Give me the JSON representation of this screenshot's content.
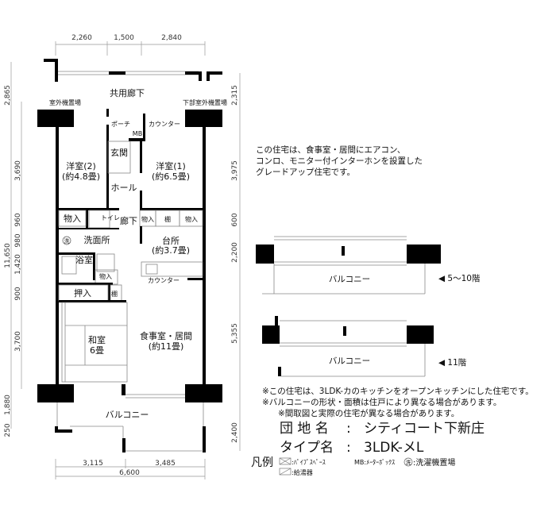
{
  "dimensions": {
    "top": [
      "2,260",
      "1,500",
      "2,840"
    ],
    "bottom": [
      "3,115",
      "3,485"
    ],
    "bottom_total": "6,600",
    "left": [
      "2,865",
      "3,690",
      "960",
      "980",
      "1,420",
      "900",
      "3,700",
      "1,880",
      "250"
    ],
    "left_total": "11,650",
    "right": [
      "2,315",
      "3,975",
      "600",
      "2,200",
      "5,355",
      "2,400"
    ]
  },
  "rooms": {
    "corridor": "共用廊下",
    "outdoor_unit": "室外機置場",
    "lower_outdoor_unit": "下部室外機置場",
    "porch": "ポーチ",
    "mb": "MB",
    "counter_top": "カウンター",
    "entrance": "玄関",
    "western2": "洋室(2)",
    "western2_size": "(約4.8畳)",
    "western1": "洋室(1)",
    "western1_size": "(約6.5畳)",
    "hall": "ホール",
    "storage_left": "物入",
    "toilet": "トイレ",
    "hallway": "廊下",
    "storage_small": "物入",
    "shelf": "棚",
    "storage_right": "物入",
    "washer_mark": "洗",
    "washroom": "洗面所",
    "kitchen": "台所",
    "kitchen_size": "(約3.7畳)",
    "bath": "浴室",
    "storage_bath": "物入",
    "counter_kitchen": "カウンター",
    "closet": "押入",
    "shelf_small": "棚",
    "washitsu": "和室",
    "washitsu_size": "6畳",
    "living": "食事室・居間",
    "living_size": "(約11畳)",
    "balcony": "バルコニー"
  },
  "description": [
    "この住宅は、食事室・居間にエアコン、",
    "コンロ、モニター付インターホンを設置した",
    "グレードアップ住宅です。"
  ],
  "balcony_variants": [
    {
      "label": "バルコニー",
      "floors": "◀ 5～10階"
    },
    {
      "label": "バルコニー",
      "floors": "◀ 11階"
    }
  ],
  "notes": [
    "※この住宅は、3LDK-カのキッチンをオープンキッチンにした住宅です。",
    "※バルコニーの形状・面積は住戸により異なる場合があります。",
    "※間取図と実際の住宅が異なる場合があります。"
  ],
  "info": {
    "estate_label": "団 地 名",
    "estate_value": "シティコート下新庄",
    "type_label": "タイプ名",
    "type_value": "3LDK-メL",
    "sep": ":"
  },
  "legend": {
    "title": "凡例",
    "pipe_space": ":ﾊﾟｲﾌﾟｽﾍﾟｰｽ",
    "meter_box": "MB:ﾒｰﾀｰﾎﾞｯｸｽ",
    "washer_mark": "洗",
    "washer": ":洗濯機置場",
    "water_heater": ":給湯器"
  }
}
